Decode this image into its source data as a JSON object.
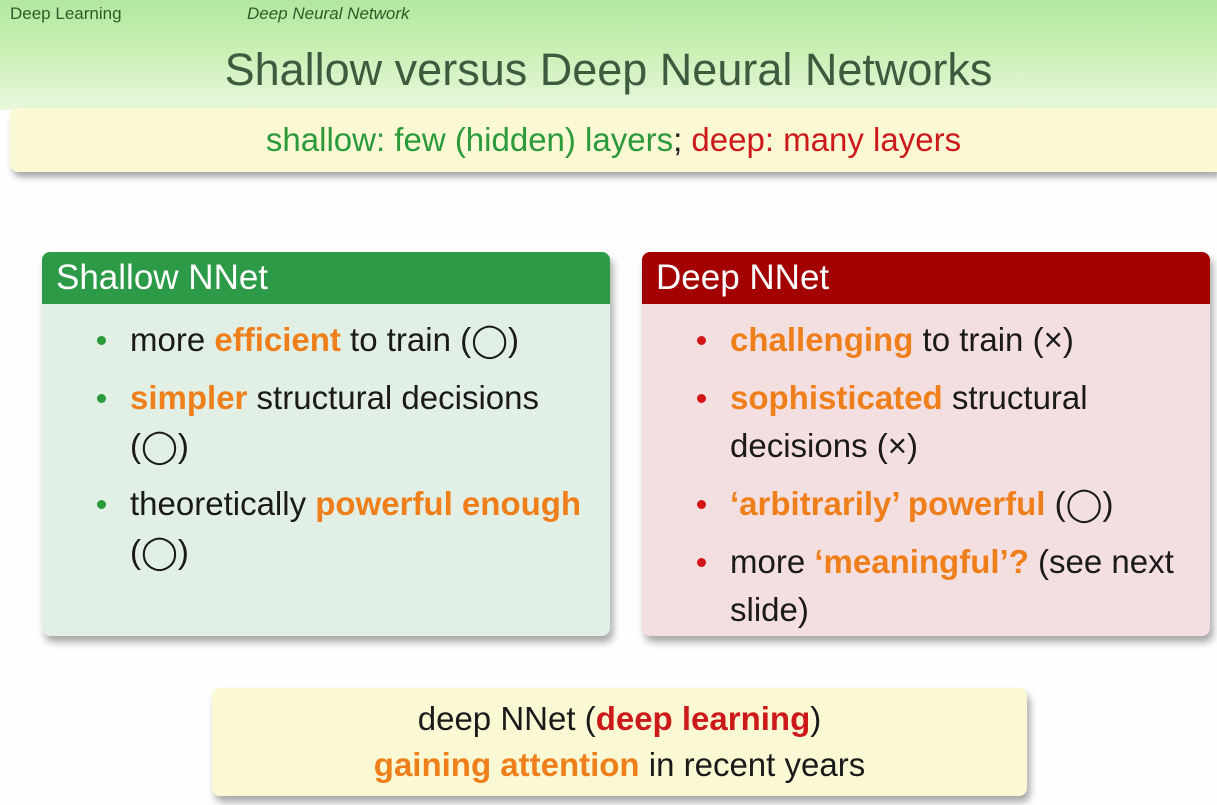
{
  "header": {
    "crumb_left": "Deep Learning",
    "crumb_right": "Deep Neural Network",
    "title": "Shallow versus Deep Neural Networks"
  },
  "subtitle": {
    "part_shallow": "shallow: few (hidden) layers",
    "separator": ";",
    "part_deep": " deep: many layers"
  },
  "shallow_panel": {
    "heading": "Shallow NNet",
    "items": [
      {
        "pre": "more ",
        "hl": "efficient",
        "post": " to train (◯)"
      },
      {
        "pre": "",
        "hl": "simpler",
        "post": " structural decisions (◯)"
      },
      {
        "pre": "theoretically ",
        "hl": "powerful enough",
        "post": " (◯)"
      }
    ]
  },
  "deep_panel": {
    "heading": "Deep NNet",
    "items": [
      {
        "pre": "",
        "hl": "challenging",
        "post": " to train (×)"
      },
      {
        "pre": "",
        "hl": "sophisticated",
        "post": " structural decisions (×)"
      },
      {
        "pre": "",
        "hl": "‘arbitrarily’ powerful",
        "post": " (◯)"
      },
      {
        "pre": "more ",
        "hl": "‘meaningful’?",
        "post": " (see next slide)"
      }
    ]
  },
  "bottom": {
    "line1_pre": "deep NNet (",
    "line1_hl": "deep learning",
    "line1_post": ")",
    "line2_hl": "gaining attention",
    "line2_post": " in recent years"
  },
  "colors": {
    "shallow_header": "#2c9a46",
    "deep_header": "#a30000",
    "highlight": "#ef7f1a",
    "green_text": "#2b9a3a",
    "red_text": "#cc1a1a"
  }
}
